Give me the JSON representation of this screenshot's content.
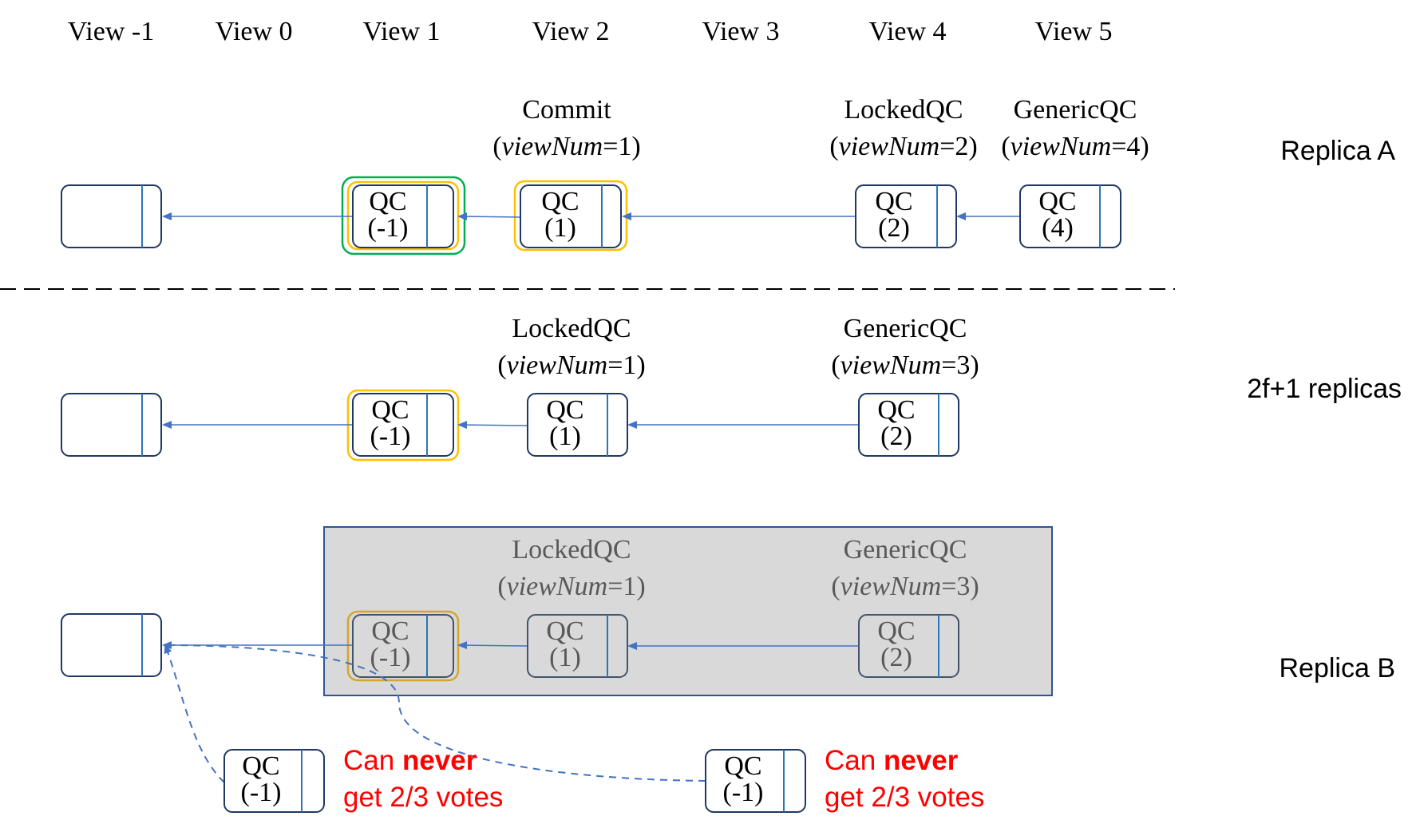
{
  "views": [
    "View -1",
    "View 0",
    "View 1",
    "View 2",
    "View 3",
    "View 4",
    "View 5"
  ],
  "rows": {
    "replica_a": {
      "label": "Replica A",
      "annotations": [
        {
          "line1": "Commit",
          "var": "viewNum",
          "value": "=1)"
        },
        {
          "line1": "LockedQC",
          "var": "viewNum",
          "value": "=2)"
        },
        {
          "line1": "GenericQC",
          "var": "viewNum",
          "value": "=4)"
        }
      ],
      "blocks": [
        {
          "qc": "",
          "sub": ""
        },
        {
          "qc": "QC",
          "sub": "(-1)"
        },
        {
          "qc": "QC",
          "sub": "(1)"
        },
        {
          "qc": "QC",
          "sub": "(2)"
        },
        {
          "qc": "QC",
          "sub": "(4)"
        }
      ]
    },
    "replicas_2f1": {
      "label": "2f+1 replicas",
      "annotations": [
        {
          "line1": "LockedQC",
          "var": "viewNum",
          "value": "=1)"
        },
        {
          "line1": "GenericQC",
          "var": "viewNum",
          "value": "=3)"
        }
      ],
      "blocks": [
        {
          "qc": "",
          "sub": ""
        },
        {
          "qc": "QC",
          "sub": "(-1)"
        },
        {
          "qc": "QC",
          "sub": "(1)"
        },
        {
          "qc": "QC",
          "sub": "(2)"
        }
      ]
    },
    "replica_b": {
      "label": "Replica B",
      "annotations": [
        {
          "line1": "LockedQC",
          "var": "viewNum",
          "value": "=1)"
        },
        {
          "line1": "GenericQC",
          "var": "viewNum",
          "value": "=3)"
        }
      ],
      "blocks": [
        {
          "qc": "",
          "sub": ""
        },
        {
          "qc": "QC",
          "sub": "(-1)"
        },
        {
          "qc": "QC",
          "sub": "(1)"
        },
        {
          "qc": "QC",
          "sub": "(2)"
        },
        {
          "qc": "QC",
          "sub": "(-1)"
        },
        {
          "qc": "QC",
          "sub": "(-1)"
        }
      ],
      "notes": [
        {
          "prefix": "Can ",
          "strong": "never",
          "line2": "get 2/3 votes"
        },
        {
          "prefix": "Can ",
          "strong": "never",
          "line2": "get 2/3 votes"
        }
      ]
    }
  },
  "colors": {
    "block_border": "#1f3864",
    "divider_line": "#2e75b6",
    "arrow": "#4472c4",
    "commit_ring": "#ffc000",
    "locked_ring": "#ffc000",
    "green_ring": "#00b050",
    "gray_panel": "#d9d9d9",
    "gray_panel_border": "#2f5597",
    "warning_text": "#ff0000"
  }
}
